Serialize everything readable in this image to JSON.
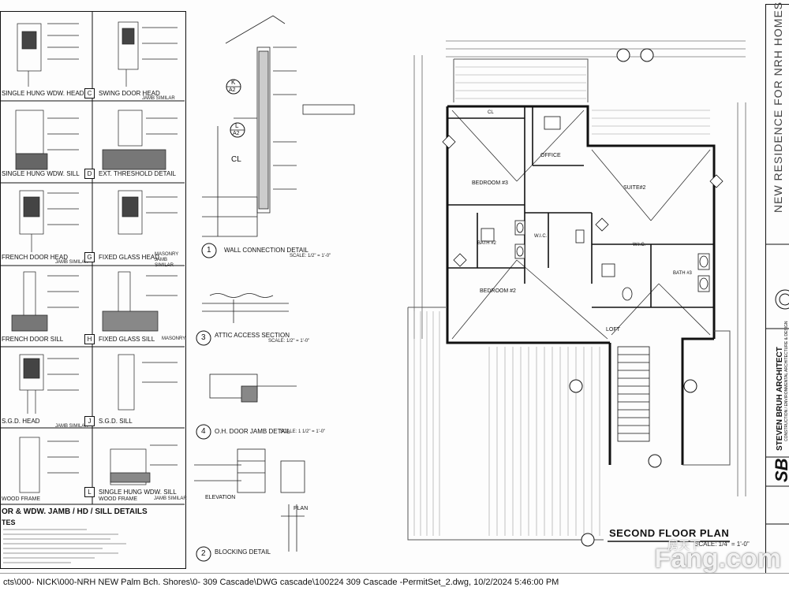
{
  "details": {
    "rows": [
      {
        "left_letter": "",
        "left_label": "SINGLE HUNG WDW. HEAD",
        "right_letter": "C",
        "right_label": "SWING DOOR HEAD",
        "right_note": "JAMB SIMILAR"
      },
      {
        "left_letter": "",
        "left_label": "SINGLE HUNG WDW. SILL",
        "right_letter": "D",
        "right_label": "EXT. THRESHOLD DETAIL",
        "right_note": ""
      },
      {
        "left_letter": "",
        "left_label": "FRENCH DOOR HEAD",
        "right_letter": "G",
        "right_label": "FIXED GLASS HEAD",
        "right_note": "MASONRY JAMB SIMILAR",
        "left_note": "JAMB SIMILAR"
      },
      {
        "left_letter": "",
        "left_label": "FRENCH DOOR SILL",
        "right_letter": "H",
        "right_label": "FIXED GLASS SILL",
        "right_note": "MASONRY"
      },
      {
        "left_letter": "",
        "left_label": "S.G.D. HEAD",
        "right_letter": "J",
        "right_label": "S.G.D. SILL",
        "left_note": "JAMB SIMILAR"
      },
      {
        "left_letter": "",
        "left_label": "",
        "right_letter": "L",
        "right_label": "SINGLE HUNG WDW. SILL",
        "right_sub": "WOOD FRAME",
        "left_sub": "WOOD FRAME",
        "right_note": "JAMB SIMILAR"
      }
    ],
    "section_title": "OR & WDW. JAMB / HD / SILL DETAILS",
    "notes_title": "TES"
  },
  "middle": {
    "items": [
      {
        "num": "1",
        "label": "WALL CONNECTION DETAIL",
        "scale": "SCALE: 1/2\" = 1'-0\""
      },
      {
        "num": "3",
        "label": "ATTIC ACCESS SECTION",
        "scale": "SCALE: 1/2\" = 1'-0\""
      },
      {
        "num": "4",
        "label": "O.H. DOOR JAMB DETAIL",
        "scale": "SCALE: 1 1/2\" = 1'-0\""
      },
      {
        "num": "2",
        "label": "BLOCKING DETAIL",
        "scale": ""
      }
    ],
    "cl_label": "CL",
    "elevation_label": "ELEVATION",
    "plan_label": "PLAN",
    "tag_k": "K",
    "tag_k2": "A2",
    "tag_l": "L",
    "tag_l2": "A2"
  },
  "plan": {
    "title": "SECOND FLOOR PLAN",
    "scale": "SCALE: 1/4\" = 1'-0\"",
    "rooms": [
      {
        "name": "BEDROOM #3"
      },
      {
        "name": "OFFICE"
      },
      {
        "name": "SUITE#2"
      },
      {
        "name": "W.I.C."
      },
      {
        "name": "W.I.C."
      },
      {
        "name": "BATH #2"
      },
      {
        "name": "BATH #3"
      },
      {
        "name": "BEDROOM #2"
      },
      {
        "name": "LOFT"
      },
      {
        "name": "CL"
      }
    ]
  },
  "titleblock": {
    "project": "NEW RESIDENCE FOR NRH HOMES",
    "architect": "STEVEN BRUH ARCHITECT",
    "sub": "CONSTRUCTION / ENVIRONMENTAL ARCHITECTURE & DESIGN",
    "logo": "SB"
  },
  "footer": {
    "path": "cts\\000- NICK\\000-NRH NEW  Palm Bch. Shores\\0- 309 Cascade\\DWG cascade\\100224 309 Cascade  -PermitSet_2.dwg, 10/2/2024 5:46:00 PM"
  },
  "watermark": {
    "text": "Fang.com",
    "cn": "房天下"
  }
}
